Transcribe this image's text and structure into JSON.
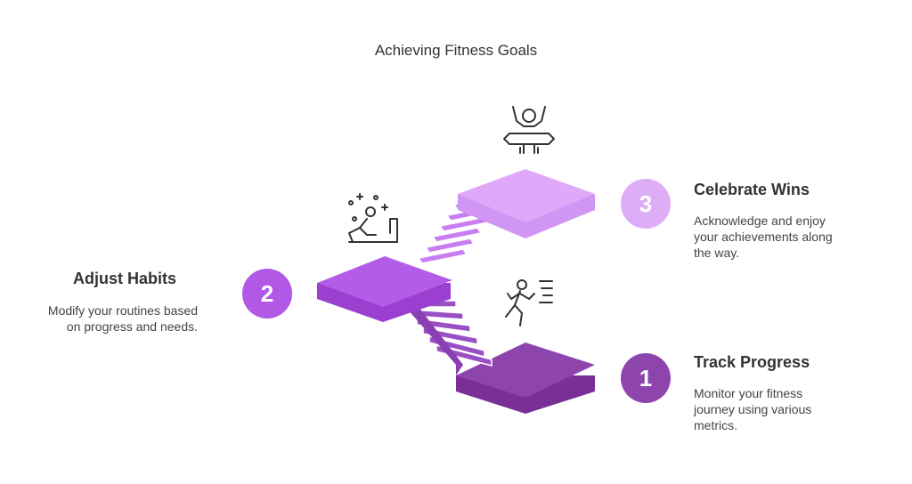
{
  "title": "Achieving Fitness Goals",
  "colors": {
    "step1": "#8e44ad",
    "step2": "#b158e6",
    "step3": "#deadf7"
  },
  "steps": [
    {
      "number": "1",
      "title": "Track Progress",
      "description": "Monitor your fitness journey using various metrics.",
      "icon": "runner-checklist-icon"
    },
    {
      "number": "2",
      "title": "Adjust Habits",
      "description": "Modify your routines based on progress and needs.",
      "icon": "person-climbing-stairs-icon"
    },
    {
      "number": "3",
      "title": "Celebrate Wins",
      "description": "Acknowledge and enjoy your achievements along the way.",
      "icon": "winner-finish-line-icon"
    }
  ]
}
